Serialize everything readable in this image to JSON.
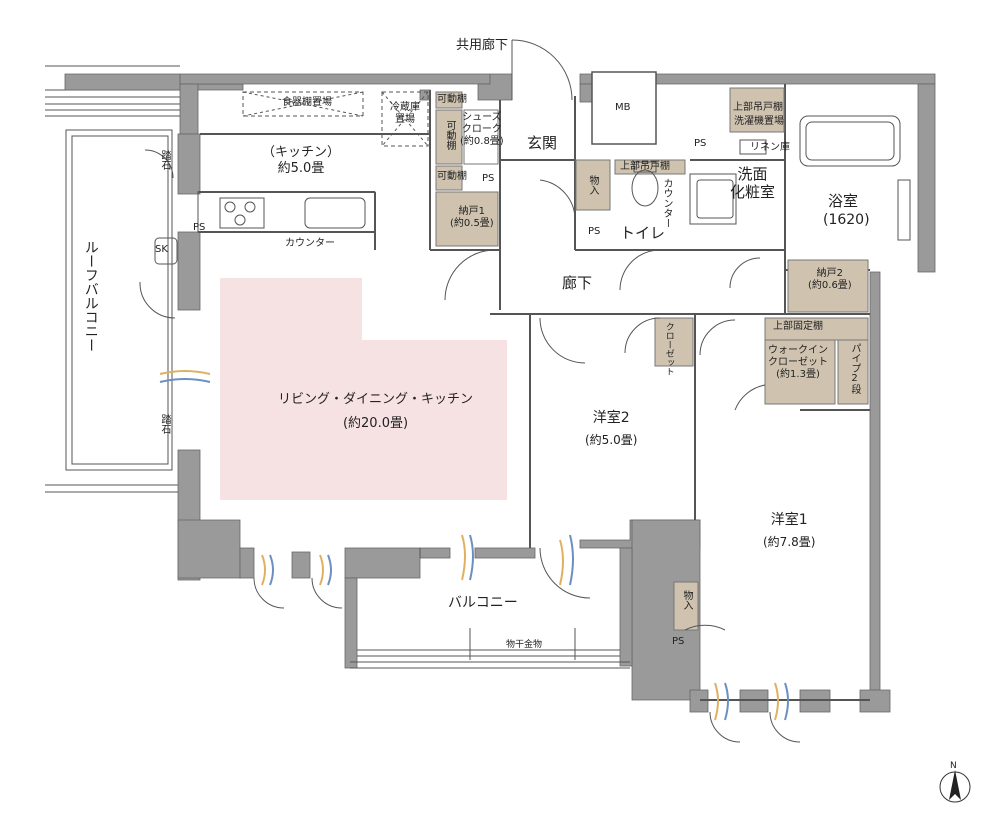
{
  "corridor_common": "共用廊下",
  "entrance": "玄関",
  "mb": "MB",
  "ps": "PS",
  "kitchen": {
    "name": "（キッチン）",
    "size": "約5.0畳"
  },
  "shelf_tableware": "食器棚置場",
  "fridge": "冷蔵庫\n置場",
  "movable_shelf": "可動棚",
  "movable_shelf_v": "可動棚",
  "shoes_closet": "シューズ\nクローク\n(約0.8畳)",
  "storage1": "納戸1\n(約0.5畳)",
  "storage_small": "物入",
  "counter": "カウンター",
  "counter_v": "カウンター",
  "upper_hanging_shelf": "上部吊戸棚",
  "toilet": "トイレ",
  "washroom": "洗面\n化粧室",
  "upper_shelf_laundry": "上部吊戸棚",
  "laundry_place": "洗濯機置場",
  "linen": "リネン庫",
  "bath": "浴室",
  "bath_size": "(1620)",
  "hallway": "廊下",
  "storage2": "納戸2\n(約0.6畳)",
  "sk": "SK",
  "step": "踏石",
  "roof_balcony": "ルーフバルコニー",
  "ldk": {
    "name": "リビング・ダイニング・キッチン",
    "size": "(約20.0畳)"
  },
  "closet": "クローゼット",
  "upper_fixed_shelf": "上部固定棚",
  "wic": "ウォークイン\nクローゼット\n(約1.3畳)",
  "pipe": "パイプ2段",
  "western2": {
    "name": "洋室2",
    "size": "(約5.0畳)"
  },
  "western1": {
    "name": "洋室1",
    "size": "(約7.8畳)"
  },
  "balcony": "バルコニー",
  "drying_rack": "物干金物",
  "north": "N",
  "colors": {
    "wall": "#999999",
    "ldk_highlight": "#f6e1e3",
    "storage_fill": "#cfc3b0"
  }
}
